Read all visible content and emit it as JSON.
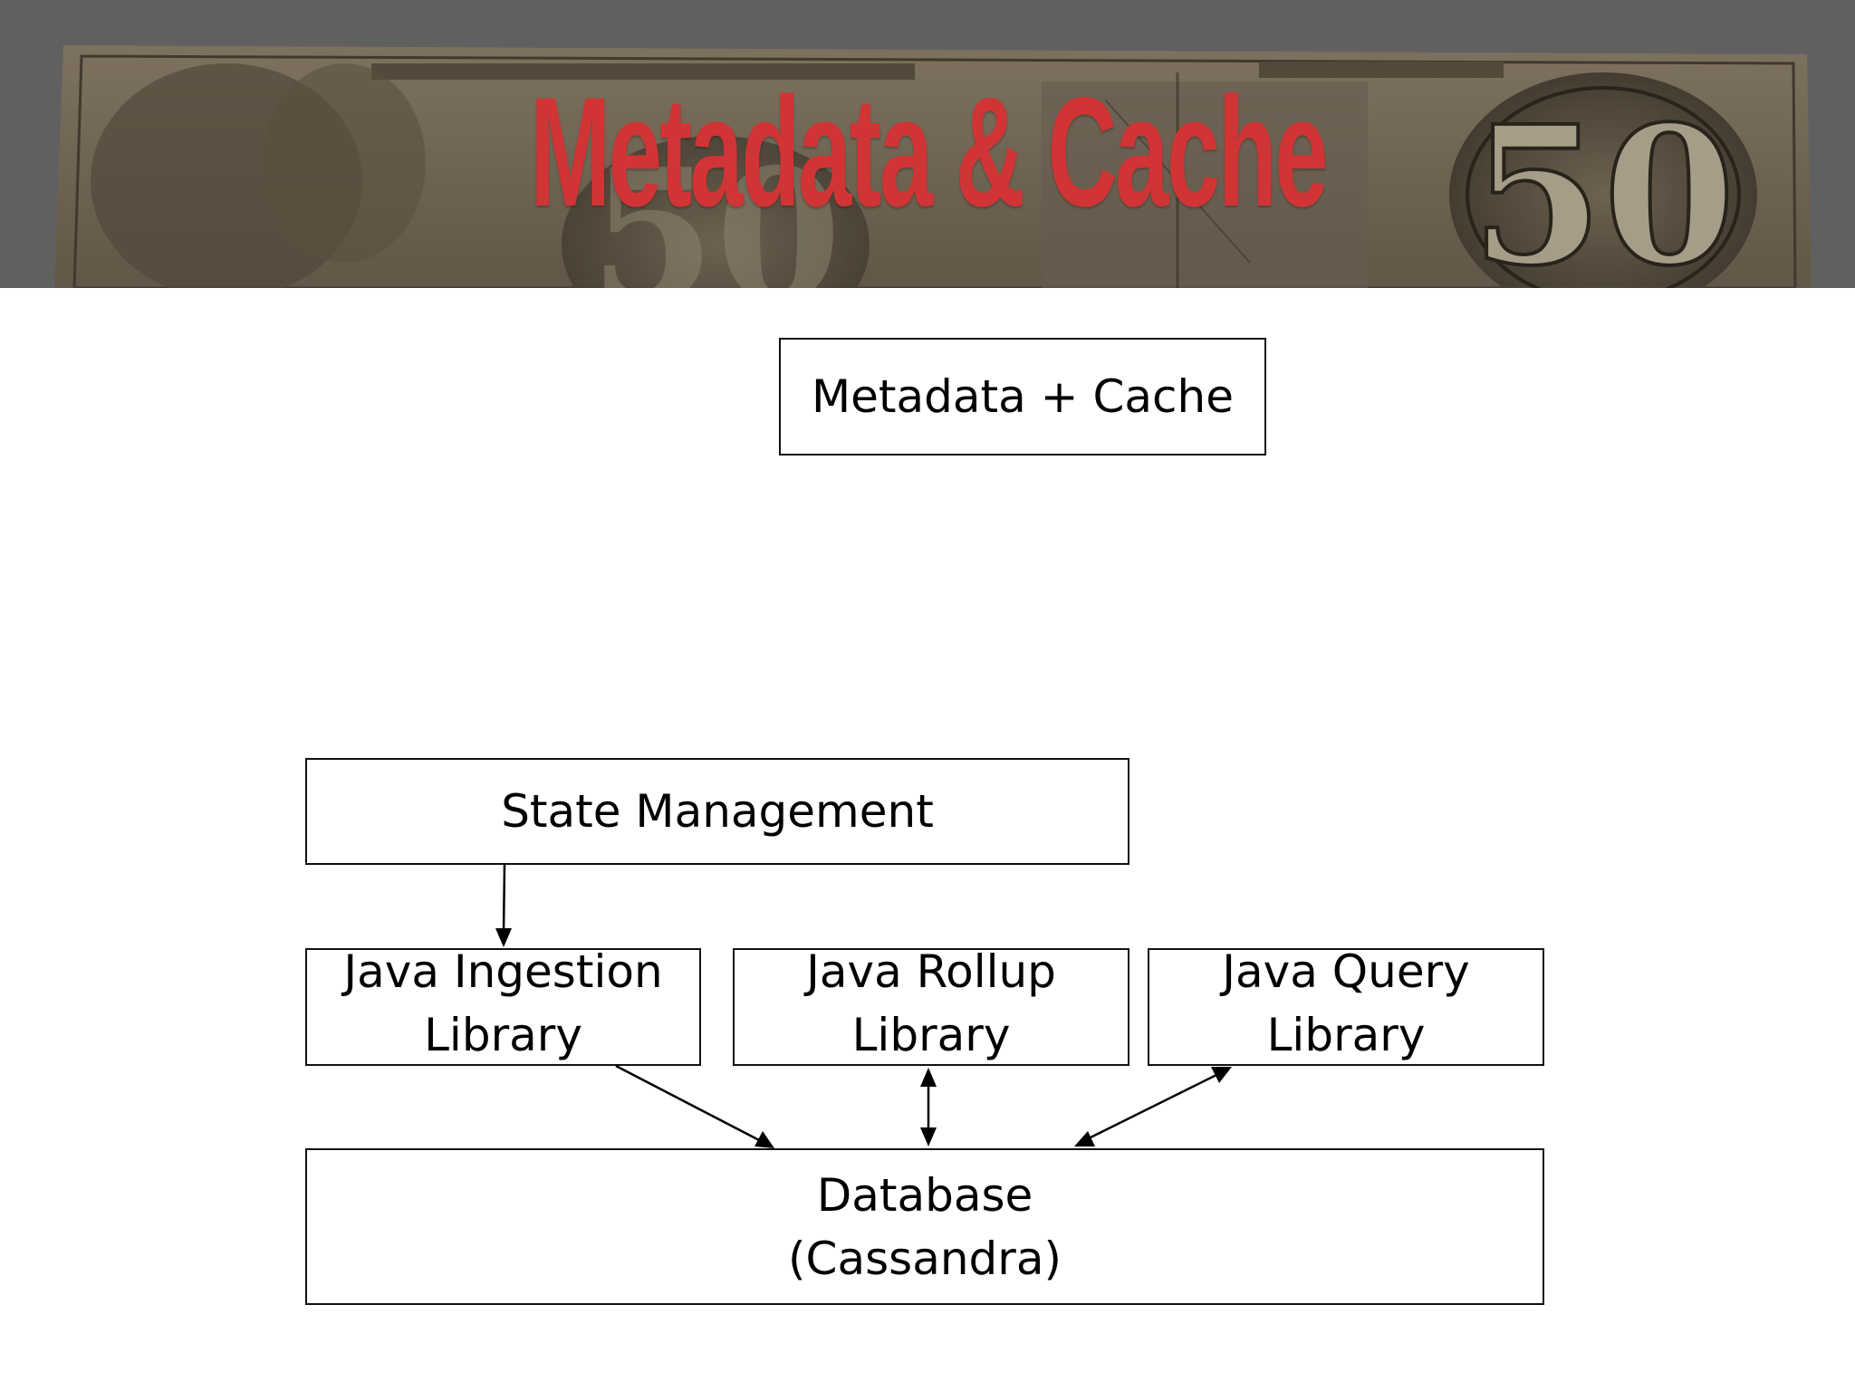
{
  "slide": {
    "title": "Metadata & Cache"
  },
  "diagram": {
    "nodes": {
      "metadata_cache": "Metadata + Cache",
      "state_management": "State Management",
      "java_ingestion": "Java Ingestion\nLibrary",
      "java_rollup": "Java Rollup\nLibrary",
      "java_query": "Java Query\nLibrary",
      "database": "Database\n(Cassandra)"
    },
    "edges": [
      {
        "from": "state_management",
        "to": "java_ingestion",
        "direction": "one-way"
      },
      {
        "from": "java_ingestion",
        "to": "database",
        "direction": "one-way"
      },
      {
        "from": "java_rollup",
        "to": "database",
        "direction": "two-way"
      },
      {
        "from": "java_query",
        "to": "database",
        "direction": "two-way"
      }
    ]
  },
  "colors": {
    "title": "#d03434",
    "banner": "#6e6e6e",
    "banknote": "#8a7a62",
    "box_border": "#111111"
  }
}
